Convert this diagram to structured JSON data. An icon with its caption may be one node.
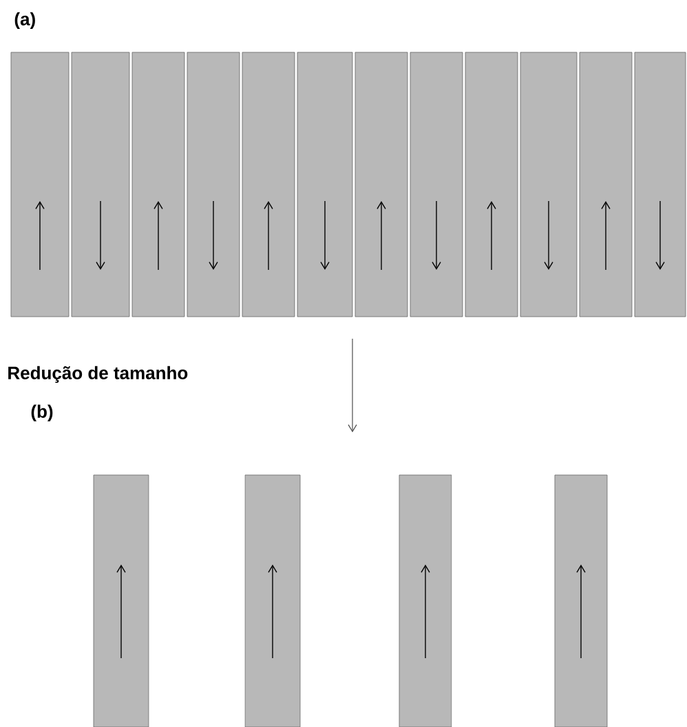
{
  "diagram": {
    "labels": [
      "(a)",
      "Redução de tamanho",
      "(b)"
    ]
  }
}
